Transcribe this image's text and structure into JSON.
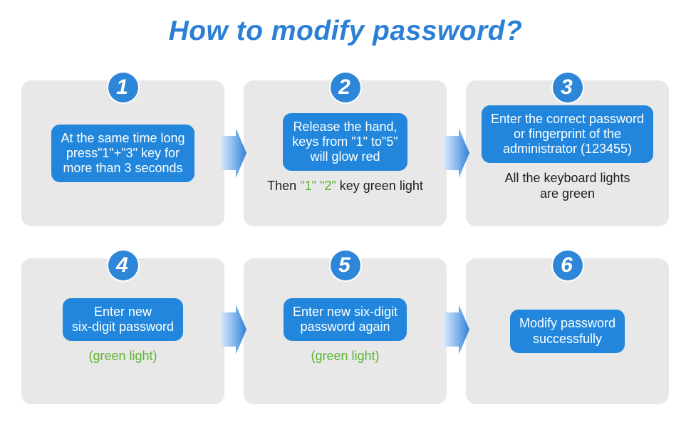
{
  "title": "How to modify password?",
  "colors": {
    "title_blue": "#2b80d6",
    "badge_blue": "#2e86d8",
    "box_blue": "#2287dc",
    "card_gray": "#e8e8e8",
    "note_green": "#5bb431",
    "note_dark": "#1e1e1e",
    "arrow_gradient_start": "#d9e9fb",
    "arrow_gradient_end": "#2f7fd6"
  },
  "arrow_icon": "arrow-right",
  "cards": [
    {
      "number": "1",
      "box": "At the same time long\npress\"1\"+\"3\" key for\nmore than 3 seconds"
    },
    {
      "number": "2",
      "box": "Release the hand,\nkeys from \"1\" to\"5\"\nwill glow red",
      "note": {
        "prefix": "Then ",
        "green": "\"1\" \"2\"",
        "suffix": " key green light"
      }
    },
    {
      "number": "3",
      "box": "Enter the correct password\nor fingerprint of the\nadministrator (123455)",
      "note": {
        "prefix": "All the keyboard lights\nare green",
        "green": "",
        "suffix": ""
      }
    },
    {
      "number": "4",
      "box": "Enter new\nsix-digit password",
      "note": {
        "prefix": "",
        "green": "(green light)",
        "suffix": ""
      }
    },
    {
      "number": "5",
      "box": "Enter new six-digit\npassword again",
      "note": {
        "prefix": "",
        "green": "(green light)",
        "suffix": ""
      }
    },
    {
      "number": "6",
      "box": "Modify password\nsuccessfully"
    }
  ]
}
